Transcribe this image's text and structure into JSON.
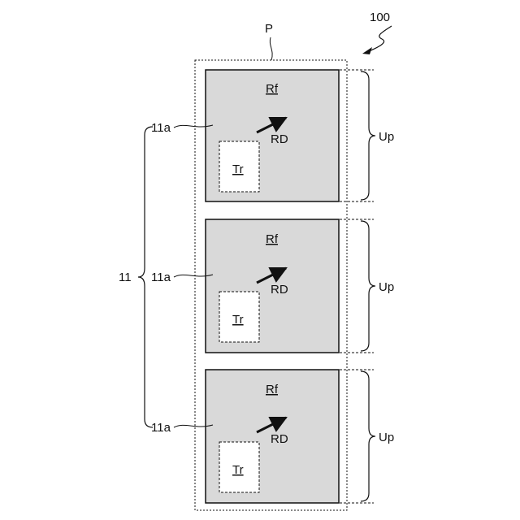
{
  "labels": {
    "ref_100": "100",
    "ref_P": "P",
    "ref_11": "11",
    "ref_11a": "11a",
    "ref_Up": "Up",
    "ref_Rf": "Rf",
    "ref_RD": "RD",
    "ref_Tr": "Tr"
  },
  "colors": {
    "panel_fill": "#d9d9d9",
    "stroke": "#111111",
    "background": "#ffffff"
  },
  "units": [
    {
      "panel": "11a",
      "region": "Rf",
      "direction": "RD",
      "element": "Tr",
      "span": "Up"
    },
    {
      "panel": "11a",
      "region": "Rf",
      "direction": "RD",
      "element": "Tr",
      "span": "Up"
    },
    {
      "panel": "11a",
      "region": "Rf",
      "direction": "RD",
      "element": "Tr",
      "span": "Up"
    }
  ]
}
